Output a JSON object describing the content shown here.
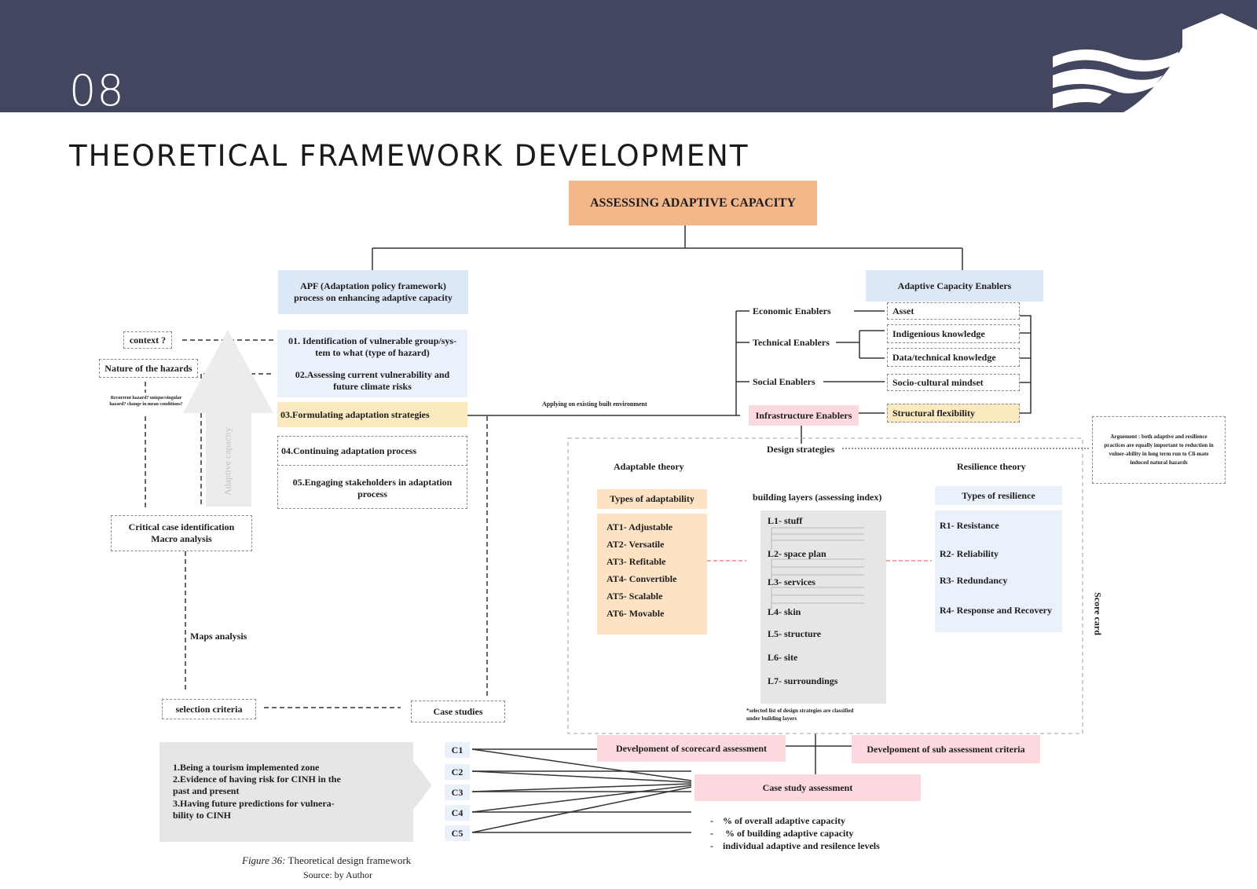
{
  "header": {
    "chapter_number": "08",
    "title": "THEORETICAL FRAMEWORK DEVELOPMENT"
  },
  "diagram": {
    "root": "ASSESSING ADAPTIVE CAPACITY",
    "apf_title": "APF (Adaptation policy framework) process on enhancing adaptive capacity",
    "apf_steps": [
      "01. Identification of vulnerable group/sys-tem to what (type of hazard)",
      "02.Assessing current vulnerability and future climate risks",
      "03.Formulating adaptation strategies",
      "04.Continuing adaptation process",
      "05.Engaging stakeholders in adaptation process"
    ],
    "adaptive_capacity_arrow": "Adaptive capacity",
    "context": "context ?",
    "nature_of_hazards": "Nature of the hazards",
    "hazard_questions": "Recurrent hazard? unique/singular hazard? change in mean conditions?",
    "critical_case": "Critical case identification Macro analysis",
    "maps_analysis": "Maps analysis",
    "selection_criteria": "selection criteria",
    "case_studies": "Case studies",
    "criteria_list": [
      "1.Being a tourism implemented zone",
      "2.Evidence of having risk for CINH in the past and present",
      "3.Having future predictions for vulnera-bility to CINH"
    ],
    "cases": [
      "C1",
      "C2",
      "C3",
      "C4",
      "C5"
    ],
    "figure_caption_label": "Figure 36:",
    "figure_caption_text": "Theoretical design framework",
    "figure_source": "Source: by Author",
    "applying_label": "Applying on existing built environment",
    "enablers_title": "Adaptive Capacity Enablers",
    "enablers": {
      "economic": "Economic Enablers",
      "technical": "Technical Enablers",
      "social": "Social Enablers",
      "infrastructure": "Infrastructure Enablers"
    },
    "enabler_items": {
      "asset": "Asset",
      "indigenous": "Indigenious knowledge",
      "data_technical": "Data/technical knowledge",
      "socio_cultural": "Socio-cultural mindset",
      "structural": "Structural flexibility"
    },
    "argument": "Arguement : both adaptive and resilience practices are equally important to reduction in vulner-ability in long term run to Cli-mate induced natural hazards",
    "design_strategies": "Design strategies",
    "adaptable_theory": "Adaptable theory",
    "resilience_theory": "Resilience theory",
    "types_adaptability": "Types of adaptability",
    "adaptability_items": [
      "AT1- Adjustable",
      "AT2- Versatile",
      "AT3- Refitable",
      "AT4- Convertible",
      "AT5- Scalable",
      "AT6- Movable"
    ],
    "building_layers_title": "building layers (assessing index)",
    "building_layers": [
      "L1- stuff",
      "L2- space plan",
      "L3- services",
      "L4- skin",
      "L5- structure",
      "L6- site",
      "L7- surroundings"
    ],
    "types_resilience": "Types of resilience",
    "resilience_items": [
      "R1- Resistance",
      "R2- Reliability",
      "R3- Redundancy",
      "R4- Response and Recovery"
    ],
    "score_card": "Score card",
    "layers_note": "*selected list of design strategies are classified under building layers",
    "scorecard_dev": "Develpoment of scorecard assessment",
    "sub_criteria_dev": "Develpoment of sub assessment criteria",
    "case_assessment": "Case study assessment",
    "outcomes": [
      "% of overall adaptive capacity",
      "% of building adaptive capacity",
      "individual adaptive and resilence levels"
    ]
  },
  "colors": {
    "header_bg": "#43465f",
    "root_box": "#f3b78a",
    "blue_box": "#dde8f6",
    "highlight_yellow": "#fbeac0",
    "pink_box": "#fbd9df",
    "peach_box": "#fde2c4",
    "gray_box": "#e6e6e6"
  }
}
